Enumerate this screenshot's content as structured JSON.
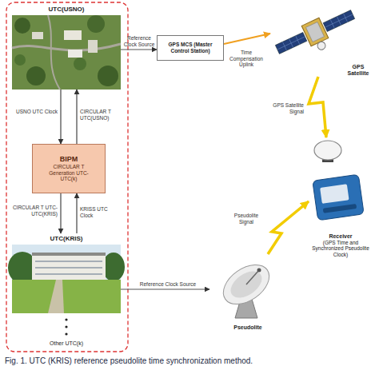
{
  "diagram": {
    "caption": "Fig. 1. UTC (KRIS) reference pseudolite time synchronization method.",
    "nodes": [
      {
        "text": [
          "UTC(USNO)"
        ]
      },
      {
        "text": [
          "BIPM",
          "CIRCULAR T Generation UTC-UTC(k)"
        ]
      },
      {
        "text": [
          "UTC(KRIS)"
        ]
      },
      {
        "text": [
          "GPS MCS (Master Control Station)"
        ]
      },
      {
        "text": [
          "GPS Satellite"
        ]
      },
      {
        "text": [
          "Receiver",
          "(GPS Time and Synchronized Pseudolite Clock)"
        ]
      },
      {
        "text": [
          "Pseudolite"
        ]
      }
    ],
    "edges": [
      {
        "from": 0,
        "to": 1,
        "label": "USNO UTC Clock",
        "arrow": "to"
      },
      {
        "from": 1,
        "to": 0,
        "label": "CIRCULAR T UTC(USNO)",
        "arrow": "to"
      },
      {
        "from": 1,
        "to": 2,
        "label": "CIRCULAR T UTC-UTC(KRIS)",
        "arrow": "to"
      },
      {
        "from": 2,
        "to": 1,
        "label": "KRISS UTC Clock",
        "arrow": "to"
      },
      {
        "from": 0,
        "to": 3,
        "label": "Reference Clock Source",
        "arrow": "to"
      },
      {
        "from": 3,
        "to": 4,
        "label": "Time Compensation Uplink",
        "arrow": "to"
      },
      {
        "from": 4,
        "to": 5,
        "label": "GPS Satellite Signal",
        "arrow": "to"
      },
      {
        "from": 2,
        "to": 6,
        "label": "Reference Clock Source",
        "arrow": "to"
      },
      {
        "from": 6,
        "to": 5,
        "label": "Pseudolite Signal",
        "arrow": "to"
      }
    ],
    "labels": [
      "Other UTC(k)"
    ]
  }
}
